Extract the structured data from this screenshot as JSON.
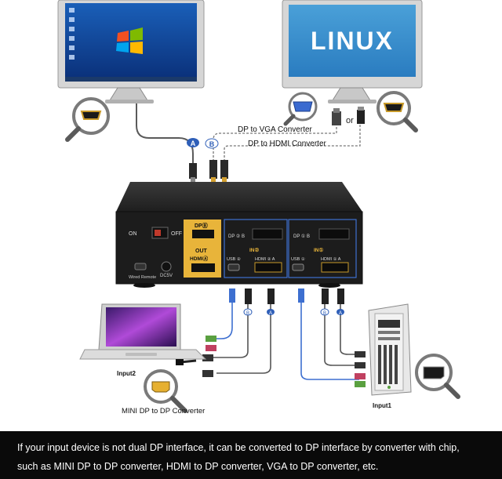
{
  "monitors": {
    "left_screen": "Windows desktop",
    "right_screen_text": "LINUX"
  },
  "cables": {
    "vga_converter": "DP to VGA Converter",
    "hdmi_converter": "DP to HDMI Converter",
    "or_text": "or",
    "marker_a": "A",
    "marker_b": "B"
  },
  "kvm_front": {
    "on": "ON",
    "off": "OFF",
    "wired_remote": "Wired Remote",
    "dc5v": "DC5V"
  },
  "kvm_out": {
    "dp_b": "DPⒷ",
    "out": "OUT",
    "hdmi_a": "HDMIⒶ"
  },
  "kvm_in2": {
    "dp2b": "DP ② B",
    "in_label": "IN②",
    "usb2": "USB ②",
    "hdmi2a": "HDMI ② A"
  },
  "kvm_in1": {
    "dp1b": "DP ① B",
    "in_label": "IN①",
    "usb1": "USB ①",
    "hdmi1a": "HDMI ① A"
  },
  "devices": {
    "input2": "Input2",
    "input1": "Input1",
    "mini_dp_converter": "MINI DP to DP Converter"
  },
  "caption": {
    "line1": "If your input device is not dual DP interface, it can be converted to DP  interface by converter with chip,",
    "line2": "such as MINI DP to DP converter, HDMI to DP converter, VGA to DP converter, etc."
  },
  "colors": {
    "kvm_body": "#1c1c1c",
    "gold_panel": "#e8b43a",
    "port_blue": "#3d6fd0",
    "background": "#ffffff",
    "caption_bar": "#0a0a0a"
  }
}
